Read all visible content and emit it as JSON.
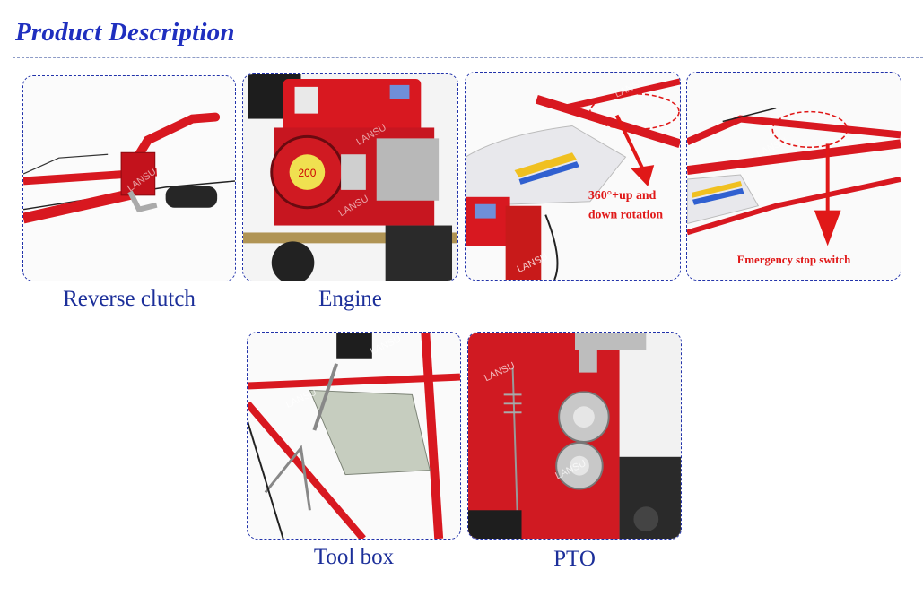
{
  "header": {
    "title": "Product Description"
  },
  "panels": [
    {
      "id": "reverse-clutch",
      "caption": "Reverse clutch"
    },
    {
      "id": "engine",
      "caption": "Engine",
      "engine_label": "200",
      "brand": "LANSU"
    },
    {
      "id": "handlebar-rotation",
      "caption": "",
      "annotation_line1": "360°+up and",
      "annotation_line2": "down  rotation"
    },
    {
      "id": "emergency-stop",
      "caption": "",
      "annotation": "Emergency stop switch"
    },
    {
      "id": "tool-box",
      "caption": "Tool box"
    },
    {
      "id": "pto",
      "caption": "PTO"
    }
  ],
  "watermark": "LANSU",
  "colors": {
    "title": "#1f2fbf",
    "frame": "#2233aa",
    "machine_red": "#d81820",
    "annotation_red": "#e01818"
  }
}
